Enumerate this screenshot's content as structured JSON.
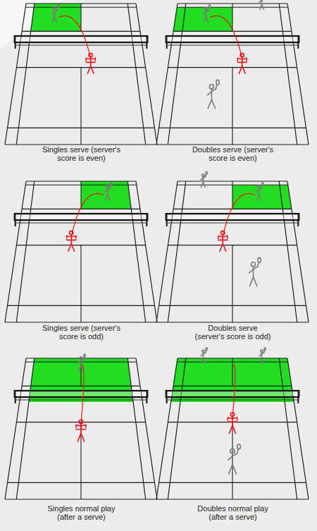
{
  "diagram": {
    "labels": [
      "Singles serve (server's score is even)",
      "Doubles serve (server's score is even)",
      "Singles serve (server's score is odd)",
      "Doubles serve (server's score is odd)",
      "Singles normal play (after a serve)",
      "Doubles normal play (after a serve)"
    ]
  }
}
